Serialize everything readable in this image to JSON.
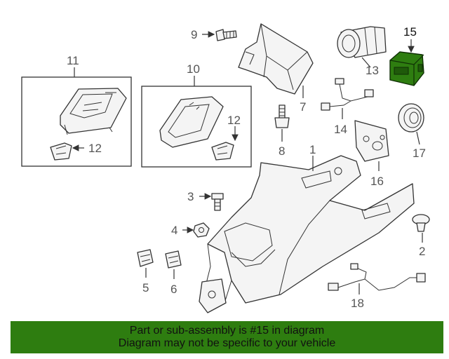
{
  "diagram": {
    "callouts": [
      "1",
      "2",
      "3",
      "4",
      "5",
      "6",
      "7",
      "8",
      "9",
      "10",
      "11",
      "12",
      "12",
      "13",
      "14",
      "15",
      "16",
      "17",
      "18"
    ],
    "highlighted_part": "15",
    "highlight_color": "#2e7d10"
  },
  "banner": {
    "line1": "Part or sub-assembly is #15 in diagram",
    "line2": "Diagram may not be specific to your vehicle",
    "color": "#2e7d10"
  }
}
